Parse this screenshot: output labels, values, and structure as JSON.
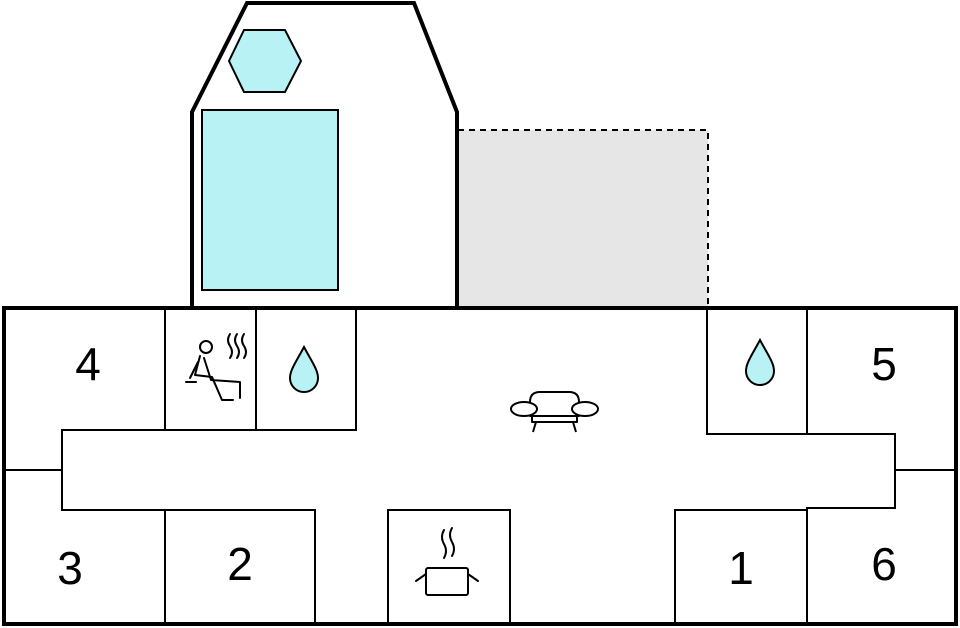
{
  "rooms": [
    {
      "id": "room-4",
      "label": "4"
    },
    {
      "id": "room-5",
      "label": "5"
    },
    {
      "id": "room-3",
      "label": "3"
    },
    {
      "id": "room-2",
      "label": "2"
    },
    {
      "id": "room-1",
      "label": "1"
    },
    {
      "id": "room-6",
      "label": "6"
    }
  ],
  "icons": {
    "sauna": "sauna-icon",
    "bathroom": "water-drop-icon",
    "living": "sofa-icon",
    "kitchen": "cooking-pot-icon",
    "pool": "pool",
    "hot_tub": "hot-tub-hexagon"
  },
  "colors": {
    "water": "#b8f2f5",
    "terrace": "#e6e6e6",
    "wall": "#000000"
  }
}
